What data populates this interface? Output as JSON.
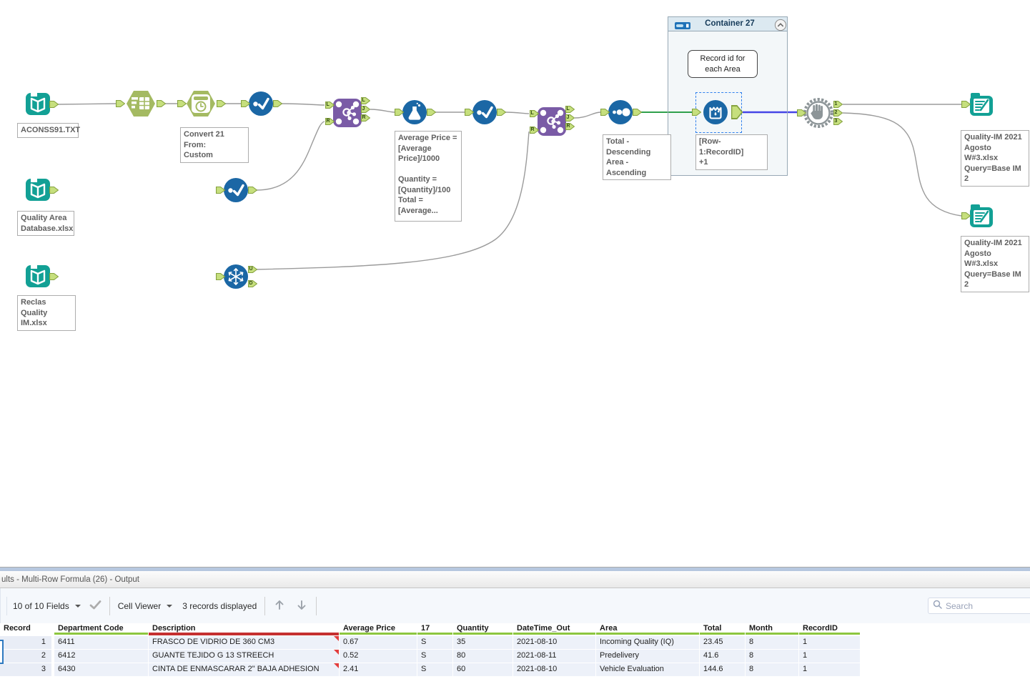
{
  "canvas": {
    "tools": {
      "input1_label": "ACONSS91.TXT",
      "input2_label": "Quality Area\nDatabase.xlsx",
      "input3_label": "Reclas Quality\nIM.xlsx",
      "datetime_annotation": "Convert 21 From:\nCustom",
      "formula_annotation": "Average Price =\n[Average\nPrice]/1000\n\nQuantity =\n[Quantity]/100\nTotal =\n[Average...",
      "sort_annotation": "Total -\nDescending\nArea - Ascending",
      "multirow_annotation": "[Row-1:RecordID]\n+1",
      "output1_label": "Quality-IM 2021\nAgosto W#3.xlsx\nQuery=Base IM 2",
      "output2_label": "Quality-IM 2021\nAgosto W#3.xlsx\nQuery=Base IM 2"
    },
    "container": {
      "title": "Container 27",
      "comment": "Record id for\neach Area"
    },
    "ports": {
      "L": "L",
      "J": "J",
      "R": "R",
      "U": "U",
      "D": "D",
      "1": "1",
      "2": "2",
      "3": "3"
    },
    "icons": {
      "input_tool": "book-icon",
      "output_tool": "folder-write-icon",
      "text_to_columns": "bars-table-icon",
      "datetime": "clock-icon",
      "select": "check-icon",
      "join": "molecule-icon",
      "formula": "flask-icon",
      "sort": "dots-ascending-icon",
      "unique": "snowflake-icon",
      "multirow_formula": "basket-drops-icon",
      "block_until_done": "hand-gear-icon"
    },
    "colors": {
      "teal": "#12A095",
      "tool-green": "#A4BA62",
      "tool-blue": "#1B67A5",
      "tool-purple": "#7A5BA6",
      "tool-gray": "#8D9598",
      "wire-green": "#2FA04C",
      "wire-blue": "#4545E6",
      "port-fill": "#C6DF7D",
      "port-edge": "#85A23F",
      "u-green": "#8DC63F",
      "u-red": "#C53030",
      "flag-red": "#E23C3C"
    }
  },
  "results": {
    "title": "ults - Multi-Row Formula (26) - Output",
    "fields_dropdown": "10 of 10 Fields",
    "cell_viewer": "Cell Viewer",
    "records_displayed": "3 records displayed",
    "search_placeholder": "Search"
  },
  "table": {
    "columns": [
      {
        "label": "Record",
        "underline": "none"
      },
      {
        "label": "Department Code",
        "underline": "green"
      },
      {
        "label": "Description",
        "underline": "red"
      },
      {
        "label": "Average Price",
        "underline": "green"
      },
      {
        "label": "17",
        "underline": "green"
      },
      {
        "label": "Quantity",
        "underline": "green"
      },
      {
        "label": "DateTime_Out",
        "underline": "green"
      },
      {
        "label": "Area",
        "underline": "green"
      },
      {
        "label": "Total",
        "underline": "green"
      },
      {
        "label": "Month",
        "underline": "green"
      },
      {
        "label": "RecordID",
        "underline": "green"
      }
    ],
    "rows": [
      [
        "1",
        "6411",
        "FRASCO DE VIDRIO DE 360 CM3",
        "0.67",
        "S",
        "35",
        "2021-08-10",
        "Incoming Quality (IQ)",
        "23.45",
        "8",
        "1"
      ],
      [
        "2",
        "6412",
        "GUANTE TEJIDO G 13 STREECH",
        "0.52",
        "S",
        "80",
        "2021-08-11",
        "Predelivery",
        "41.6",
        "8",
        "1"
      ],
      [
        "3",
        "6430",
        "CINTA DE ENMASCARAR 2\" BAJA ADHESION",
        "2.41",
        "S",
        "60",
        "2021-08-10",
        "Vehicle Evaluation",
        "144.6",
        "8",
        "1"
      ]
    ],
    "cell_flags": {
      "column": "Description",
      "rows": [
        0,
        1,
        2
      ]
    }
  }
}
